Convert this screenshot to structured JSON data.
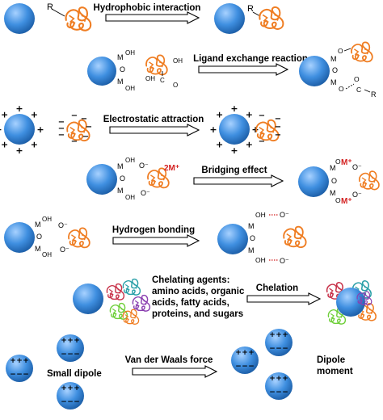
{
  "interactions": [
    {
      "label": "Hydrophobic interaction",
      "left_group": "R",
      "right_group": "R"
    },
    {
      "label": "Ligand exchange reaction"
    },
    {
      "label": "Electrostatic attraction"
    },
    {
      "label": "Bridging effect",
      "cation_left": "2M⁺",
      "cation_right": "M⁺"
    },
    {
      "label": "Hydrogen bonding"
    },
    {
      "label": "Chelation",
      "agents_lines": [
        "Chelating agents:",
        "amino acids, organic",
        "acids, fatty acids,",
        "proteins, and sugars"
      ]
    },
    {
      "label": "Van der Waals force",
      "left_caption": "Small dipole",
      "right_caption_lines": [
        "Dipole",
        "moment"
      ]
    }
  ],
  "chem": {
    "metal": "M",
    "oxygen": "O",
    "hydroxyl": "OH",
    "hydroxyl_h": "OH",
    "h": "H",
    "carbon": "C",
    "r": "R",
    "o_minus": "O⁻"
  },
  "colors": {
    "particle": "#3f8fe0",
    "particle_edge": "#1d5fa8",
    "ligand": "#ef7d22",
    "ion": "#d31f1f",
    "chelate": [
      "#c8334a",
      "#2aa0a8",
      "#6fcf3a",
      "#8a3fb0",
      "#ef7d22"
    ]
  }
}
